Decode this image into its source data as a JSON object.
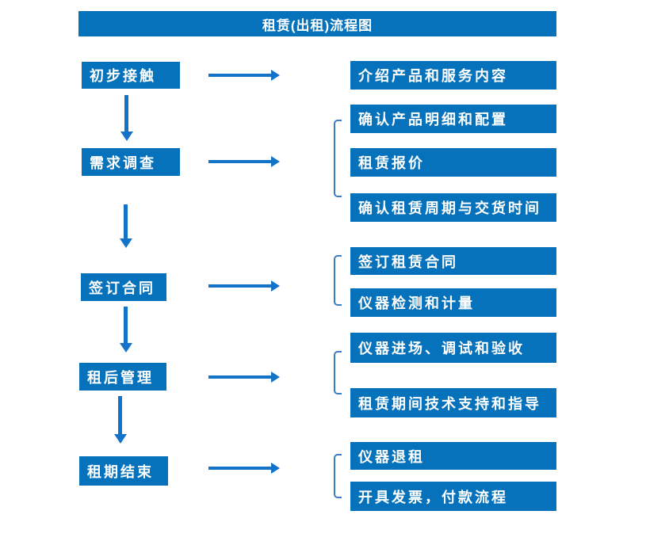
{
  "title": "租赁(出租)流程图",
  "colors": {
    "primary_blue": "#0672bc",
    "arrow_blue": "#1373c8",
    "bracket_blue": "#3e7cc1",
    "text_white": "#ffffff",
    "background": "#ffffff"
  },
  "left_steps": [
    {
      "label": "初步接触"
    },
    {
      "label": "需求调查"
    },
    {
      "label": "签订合同"
    },
    {
      "label": "租后管理"
    },
    {
      "label": "租期结束"
    }
  ],
  "right_groups": [
    {
      "items": [
        "介绍产品和服务内容"
      ]
    },
    {
      "items": [
        "确认产品明细和配置",
        "租赁报价",
        "确认租赁周期与交货时间"
      ]
    },
    {
      "items": [
        "签订租赁合同",
        "仪器检测和计量"
      ]
    },
    {
      "items": [
        "仪器进场、调试和验收",
        "租赁期间技术支持和指导"
      ]
    },
    {
      "items": [
        "仪器退租",
        "开具发票，付款流程"
      ]
    }
  ]
}
